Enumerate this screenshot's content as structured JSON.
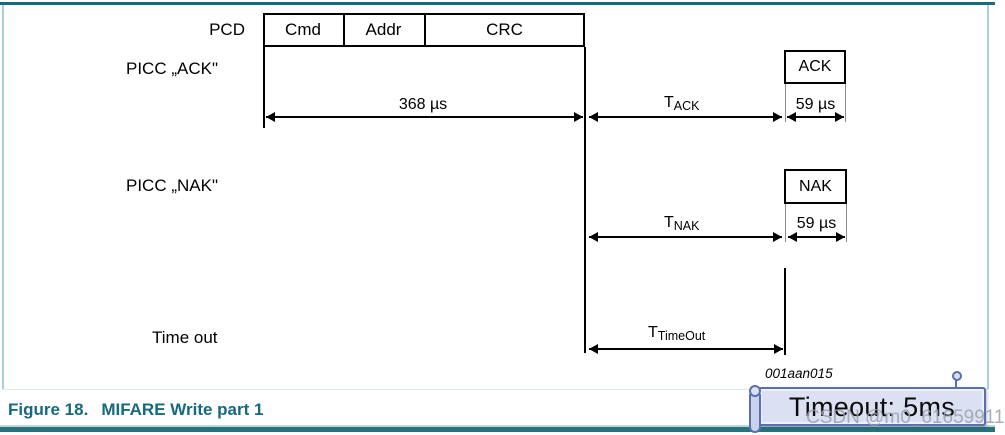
{
  "caption": {
    "label": "Figure 18.",
    "title": "MIFARE Write part 1"
  },
  "diagram": {
    "pcd_label": "PCD",
    "segments": [
      "Cmd",
      "Addr",
      "CRC"
    ],
    "ack": {
      "row_label": "PICC „ACK\"",
      "duration": "368 µs",
      "t_prefix": "T",
      "t_sub": "ACK",
      "box": "ACK",
      "resp_duration": "59 µs"
    },
    "nak": {
      "row_label": "PICC „NAK\"",
      "t_prefix": "T",
      "t_sub": "NAK",
      "box": "NAK",
      "resp_duration": "59 µs"
    },
    "timeout": {
      "row_label": "Time out",
      "t_prefix": "T",
      "t_sub": "TimeOut"
    },
    "image_code": "001aan015"
  },
  "overlay": {
    "tooltip_text": "Timeout: 5ms",
    "watermark": "CSDN @m0_61659911"
  },
  "colors": {
    "frame_teal": "#156b7d",
    "frame_light_blue": "#a9cede",
    "caption_teal": "#16697e",
    "tooltip_fill": "#dbe0f2",
    "tooltip_border": "#5a70ae"
  }
}
